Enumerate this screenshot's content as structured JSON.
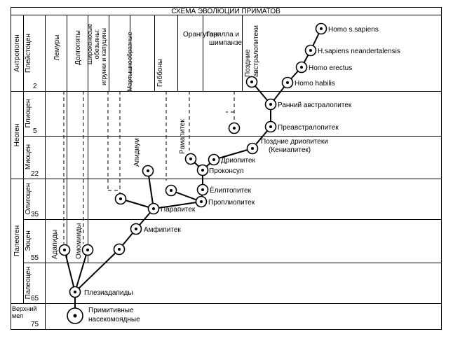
{
  "title": "СХЕМА ЭВОЛЮЦИИ ПРИМАТОВ",
  "eras": [
    {
      "id": "anthropogen",
      "label": "Антропоген"
    },
    {
      "id": "neogen",
      "label": "Неоген"
    },
    {
      "id": "paleogen",
      "label": "Палеоген"
    },
    {
      "id": "upper_cretaceous",
      "label": "Верхний мел"
    }
  ],
  "periods": [
    {
      "id": "pleistocene",
      "label": "Плейстоцен",
      "age": "2"
    },
    {
      "id": "pliocene",
      "label": "Плиоцен",
      "age": "5"
    },
    {
      "id": "miocene",
      "label": "Миоцен",
      "age": "22"
    },
    {
      "id": "oligocene",
      "label": "Олигоцен",
      "age": "35"
    },
    {
      "id": "eocene",
      "label": "Эоцен",
      "age": "55"
    },
    {
      "id": "paleocene",
      "label": "Палеоцен",
      "age": "65"
    },
    {
      "id": "cretaceous",
      "label": "",
      "age": "75"
    }
  ],
  "groups": [
    {
      "id": "lemurs",
      "lines": [
        "Лемуры"
      ]
    },
    {
      "id": "tarsiers",
      "lines": [
        "Долгопяты"
      ]
    },
    {
      "id": "platyrrhines",
      "lines": [
        "Широконосые",
        "обезьяны:",
        "игрунки и капуцины"
      ]
    },
    {
      "id": "cercopithecids",
      "lines": [
        "Мартышкообразные"
      ]
    },
    {
      "id": "gibbons",
      "lines": [
        "Гиббоны"
      ]
    },
    {
      "id": "orangutan",
      "lines": [
        "Орангутанг"
      ]
    },
    {
      "id": "gorilla_chimp",
      "lines": [
        "Горилла и",
        "шимпанзе"
      ]
    },
    {
      "id": "late_australopithecines",
      "lines": [
        "Поздние",
        "австралопитеки"
      ]
    }
  ],
  "taxa": [
    {
      "id": "homo_sapiens",
      "label": "Homo s.sapiens"
    },
    {
      "id": "neanderthal",
      "label": "H.sapiens neandertalensis"
    },
    {
      "id": "homo_erectus",
      "label": "Homo erectus"
    },
    {
      "id": "homo_habilis",
      "label": "Homo habilis"
    },
    {
      "id": "early_australopithecus",
      "label": "Ранний австралопитек"
    },
    {
      "id": "preaustralopithecus",
      "label": "Преавстралопитек"
    },
    {
      "id": "late_dryopithecines",
      "label": "Поздние дриопитеки"
    },
    {
      "id": "kenyapithecus",
      "label": "(Кениапитек)"
    },
    {
      "id": "dryopithecus",
      "label": "Дриопитек"
    },
    {
      "id": "proconsul",
      "label": "Проконсул"
    },
    {
      "id": "ramapithecus",
      "label": "Рамапитек"
    },
    {
      "id": "aelopithecus",
      "label": "Ёлиптопитек"
    },
    {
      "id": "propliopithecus",
      "label": "Проплиопитек"
    },
    {
      "id": "parapithecus",
      "label": "Парапитек"
    },
    {
      "id": "pliopithecus",
      "label": "Апидиум"
    },
    {
      "id": "amphipithecus",
      "label": "Амфипитек"
    },
    {
      "id": "adapids",
      "label": "Адапиды"
    },
    {
      "id": "omomyids",
      "label": "Омомииды"
    },
    {
      "id": "plesiadapids",
      "label": "Плезиадапиды"
    },
    {
      "id": "insectivores",
      "label": "Примитивные"
    },
    {
      "id": "insectivores_2",
      "label": "насекомоядные"
    }
  ]
}
